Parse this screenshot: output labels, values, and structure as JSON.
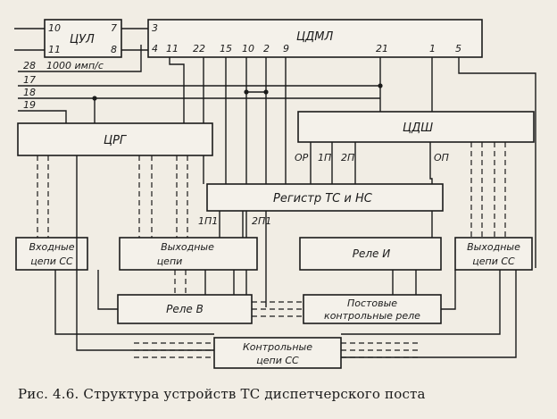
{
  "caption": "Рис. 4.6. Структура устройств ТС диспетчерского поста",
  "blocks": {
    "cul": "ЦУЛ",
    "cdml": "ЦДМЛ",
    "crg": "ЦРГ",
    "cdsh": "ЦДШ",
    "register": "Регистр ТС и НС",
    "input_circuits": [
      "Входные",
      "цепи СС"
    ],
    "output_circuits_left": [
      "Выходные",
      "цепи"
    ],
    "relay_i": "Реле И",
    "output_circuits_right": [
      "Выходные",
      "цепи СС"
    ],
    "relay_v": "Реле В",
    "post_control_relay": [
      "Постовые",
      "контрольные реле"
    ],
    "control_circuits": [
      "Контрольные",
      "цепи СС"
    ]
  },
  "pins": {
    "cul_in_10": "10",
    "cul_in_11": "11",
    "cul_out_7": "7",
    "cul_out_8": "8",
    "cdml_3": "3",
    "cdml_4": "4",
    "cdml_11": "11",
    "cdml_22": "22",
    "cdml_15": "15",
    "cdml_10": "10",
    "cdml_2": "2",
    "cdml_9": "9",
    "cdml_21": "21",
    "cdml_1": "1",
    "cdml_5": "5",
    "line_28": "28",
    "freq": "1000 имп/с",
    "line_17": "17",
    "line_18": "18",
    "line_19": "19",
    "op": "ОР",
    "p1": "1П",
    "p2": "2П",
    "op2": "ОП",
    "p1p1": "1П1",
    "p2p1": "2П1"
  }
}
